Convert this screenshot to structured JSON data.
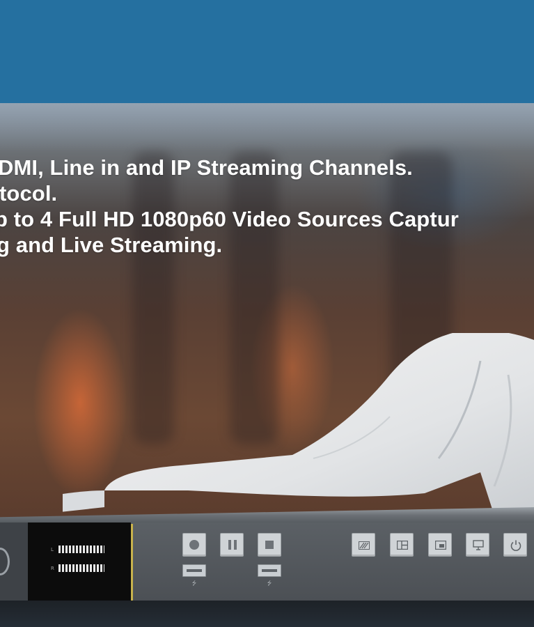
{
  "headline": {
    "line1": "DMI, Line in and IP Streaming Channels.",
    "line2": "tocol.",
    "line3": "p to 4 Full HD 1080p60 Video Sources Captur",
    "line4": "g and Live Streaming."
  },
  "device": {
    "meter_left_label": "L",
    "meter_right_label": "R",
    "usb_symbol": "⭍",
    "transport_buttons": [
      "record-icon",
      "pause-icon",
      "stop-icon"
    ],
    "layout_buttons": [
      "pattern-icon",
      "grid-layout-icon",
      "picture-in-picture-icon",
      "monitor-icon",
      "power-icon"
    ]
  },
  "colors": {
    "top_band": "#2570a0",
    "accent_line": "#c8b24c",
    "button_face": "#cfd3d6"
  }
}
